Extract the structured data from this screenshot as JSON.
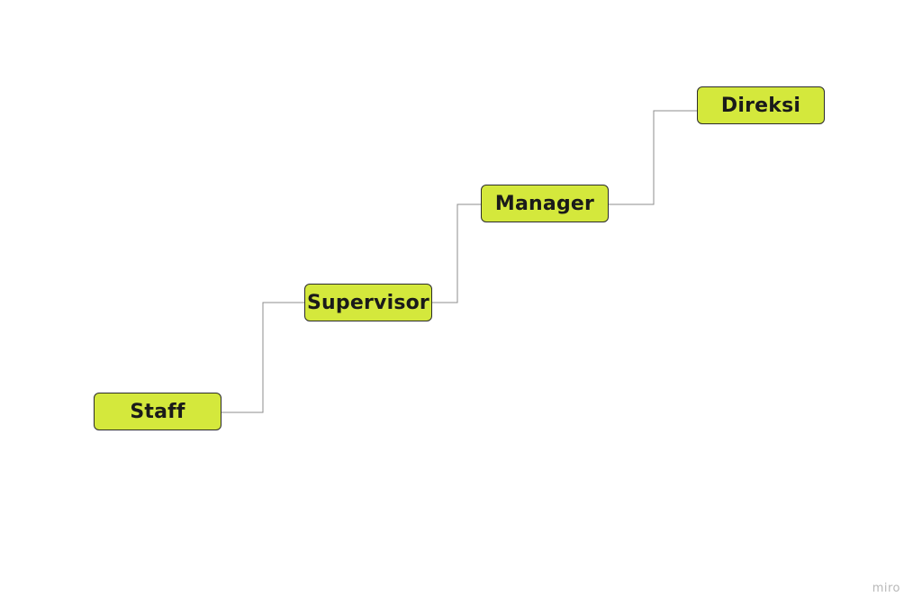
{
  "diagram": {
    "type": "hierarchy-staircase",
    "node_fill": "#d4e83c",
    "node_border": "#2b2b2b",
    "connector_color": "#8c8c8c",
    "nodes": [
      {
        "id": "staff",
        "label": "Staff"
      },
      {
        "id": "supervisor",
        "label": "Supervisor"
      },
      {
        "id": "manager",
        "label": "Manager"
      },
      {
        "id": "direksi",
        "label": "Direksi"
      }
    ],
    "edges": [
      {
        "from": "staff",
        "to": "supervisor"
      },
      {
        "from": "supervisor",
        "to": "manager"
      },
      {
        "from": "manager",
        "to": "direksi"
      }
    ]
  },
  "watermark": "miro"
}
